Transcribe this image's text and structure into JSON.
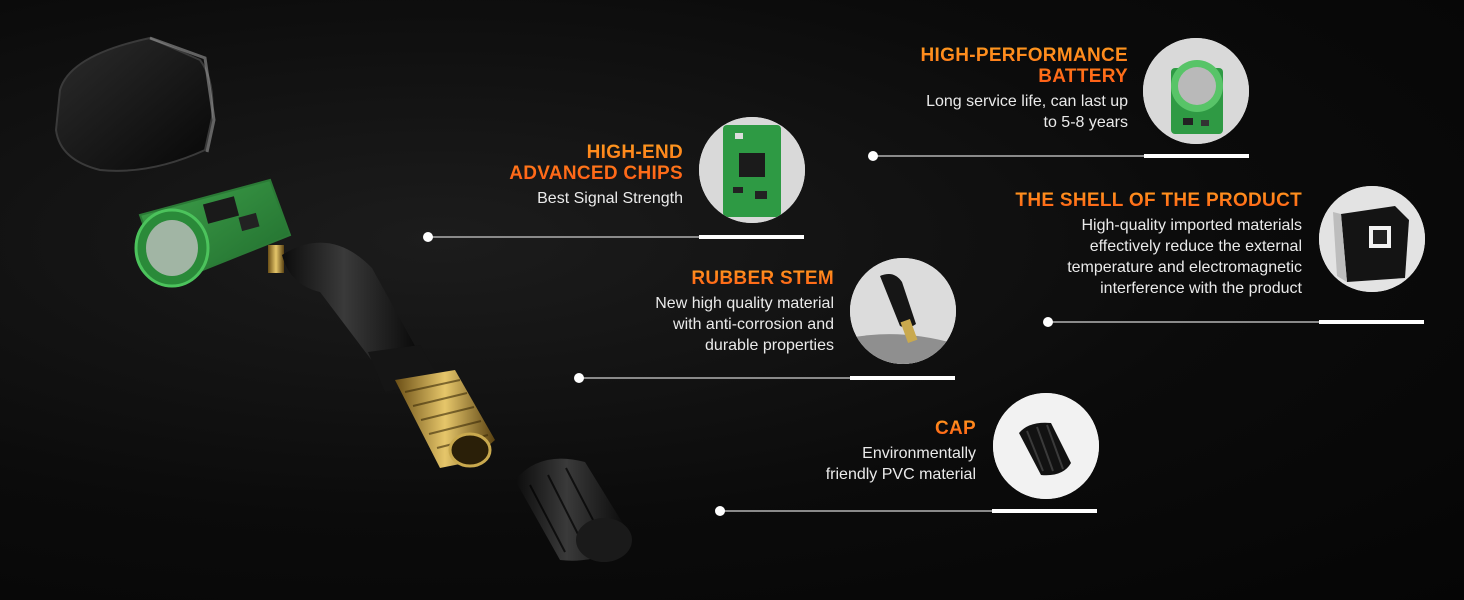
{
  "features": {
    "battery": {
      "title": "HIGH-PERFORMANCE\nBATTERY",
      "desc": "Long service life, can last up\nto 5-8 years"
    },
    "chips": {
      "title": "HIGH-END\nADVANCED CHIPS",
      "desc": "Best Signal Strength"
    },
    "shell": {
      "title": "THE SHELL OF THE PRODUCT",
      "desc": "High-quality imported materials\neffectively reduce the external\ntemperature and electromagnetic\ninterference with the product"
    },
    "stem": {
      "title": "RUBBER STEM",
      "desc": "New high quality material\nwith anti-corrosion and\ndurable properties"
    },
    "cap": {
      "title": "CAP",
      "desc": "Environmentally\nfriendly PVC material"
    }
  },
  "colors": {
    "title_gradient_top": "#ff9a1f",
    "title_gradient_bottom": "#ff5a16",
    "background": "#0b0b0b",
    "text": "#eaeaea"
  },
  "icons": [
    "tpms-sensor-exploded-view",
    "battery-icon",
    "chip-icon",
    "shell-icon",
    "rubber-stem-icon",
    "cap-icon"
  ]
}
